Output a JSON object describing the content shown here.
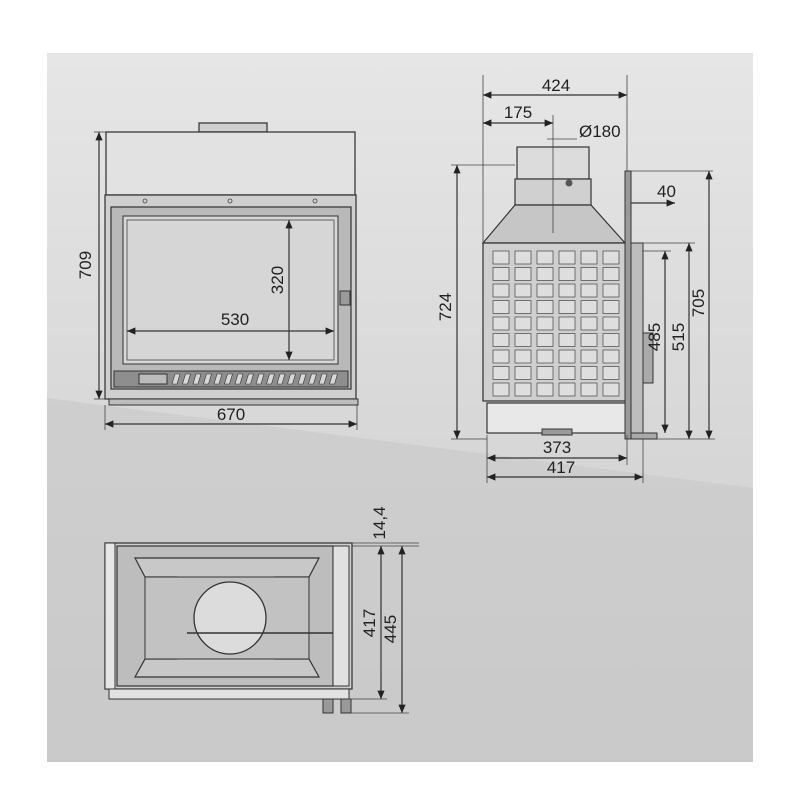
{
  "front_view": {
    "height": "709",
    "width": "670",
    "glass_width": "530",
    "glass_height": "320"
  },
  "side_view": {
    "depth_top": "424",
    "flue_offset": "175",
    "flue_diameter": "Ø180",
    "rear_offset": "40",
    "total_height": "724",
    "height_705": "705",
    "height_515": "515",
    "height_485": "485",
    "depth_373": "373",
    "depth_417": "417"
  },
  "top_view": {
    "frame_thickness": "14,4",
    "depth_417": "417",
    "depth_445": "445"
  },
  "colors": {
    "background_top": "#e4e4e4",
    "background_bottom": "#c9c9c9",
    "body_fill": "#cfcfcf",
    "line": "#333333"
  }
}
